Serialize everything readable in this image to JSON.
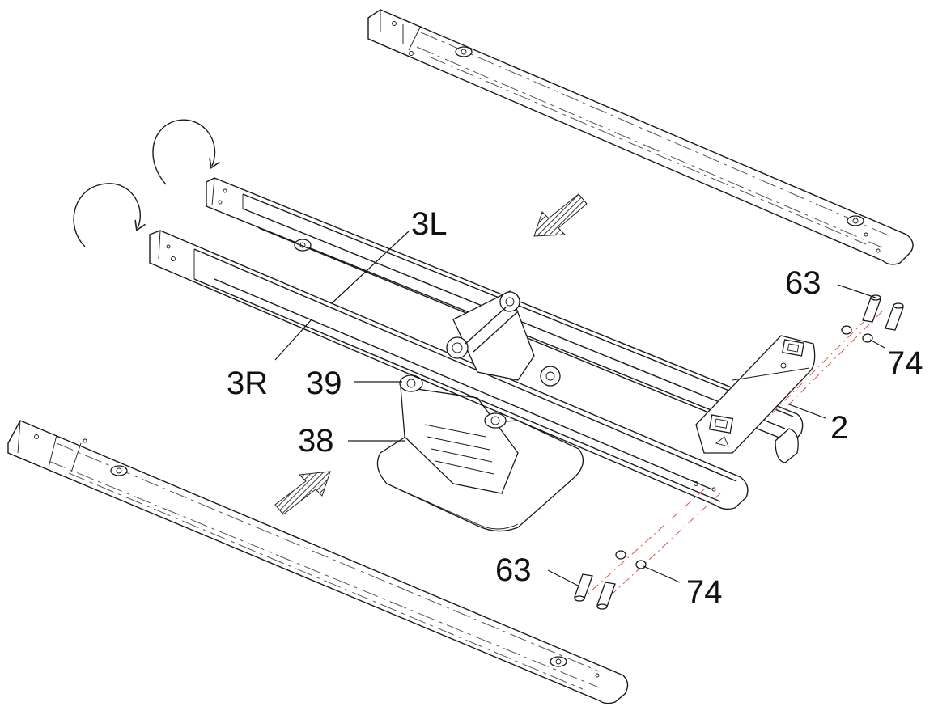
{
  "labels": {
    "l3L": "3L",
    "l3R": "3R",
    "l39": "39",
    "l38": "38",
    "l2": "2",
    "l63_top": "63",
    "l74_top": "74",
    "l63_bottom": "63",
    "l74_bottom": "74"
  },
  "colors": {
    "line": "#1a1a1a",
    "guide": "#d9534f"
  }
}
